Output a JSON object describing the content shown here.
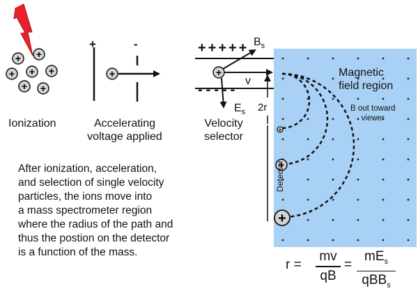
{
  "stages": {
    "ionization": "Ionization",
    "accelerating_line1": "Accelerating",
    "accelerating_line2": "voltage applied",
    "velocity_line1": "Velocity",
    "velocity_line2": "selector"
  },
  "plates": {
    "plus_sign": "+",
    "minus_sign": "-",
    "top_plate": "+++++",
    "bottom_plate": "-----"
  },
  "vectors": {
    "b_main": "B",
    "b_sub": "s",
    "e_main": "E",
    "e_sub": "s",
    "v": "v"
  },
  "field": {
    "label_line1": "Magnetic",
    "label_line2": "field region",
    "b_out_line1": "B out toward",
    "b_out_line2": "viewer",
    "two_r": "2r",
    "detector": "Detector"
  },
  "description_lines": [
    "After ionization, acceleration,",
    "and selection of single velocity",
    "particles, the ions move into",
    "a mass spectrometer region",
    "where the radius of the path and",
    "thus the postion on the detector",
    "is a function of the mass."
  ],
  "equation": {
    "lhs": "r =",
    "frac1_num": "mv",
    "frac1_den": "qB",
    "equals": "=",
    "frac2_num_main": "mE",
    "frac2_num_sub": "s",
    "frac2_den_main": "qBB",
    "frac2_den_sub": "s"
  },
  "colors": {
    "field_fill": "#a8d1f5",
    "lightning": "#e8212a",
    "ion_fill": "#d4d4d4"
  }
}
